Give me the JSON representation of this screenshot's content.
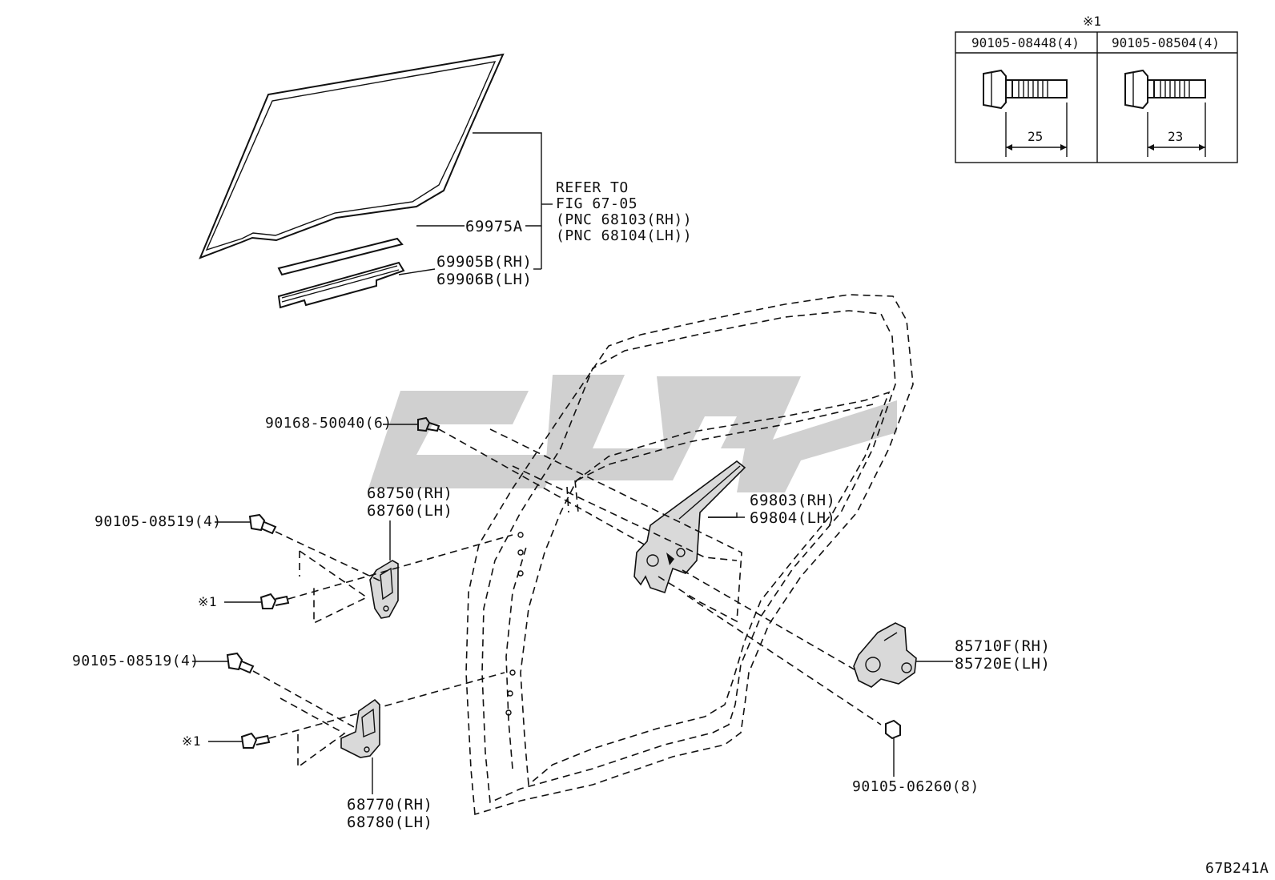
{
  "labels": {
    "refer_line1": "REFER TO",
    "refer_line2": "FIG 67-05",
    "refer_line3": "(PNC 68103(RH))",
    "refer_line4": "(PNC 68104(LH))",
    "p69975a": "69975A",
    "p69905b": "69905B(RH)",
    "p69906b": "69906B(LH)",
    "p90168": "90168-50040(6)",
    "p68750": "68750(RH)",
    "p68760": "68760(LH)",
    "p90105_08519_a": "90105-08519(4)",
    "note1_a": "※1",
    "p90105_08519_b": "90105-08519(4)",
    "note1_b": "※1",
    "p68770": "68770(RH)",
    "p68780": "68780(LH)",
    "p69803": "69803(RH)",
    "p69804": "69804(LH)",
    "p85710f": "85710F(RH)",
    "p85720e": "85720E(LH)",
    "p90105_06260": "90105-06260(8)",
    "figure_code": "67B241A"
  },
  "bolt_table": {
    "note_mark": "※1",
    "col1_part": "90105-08448(4)",
    "col1_length": "25",
    "col2_part": "90105-08504(4)",
    "col2_length": "23"
  },
  "colors": {
    "line": "#111111",
    "watermark": "#c8c8c8"
  }
}
